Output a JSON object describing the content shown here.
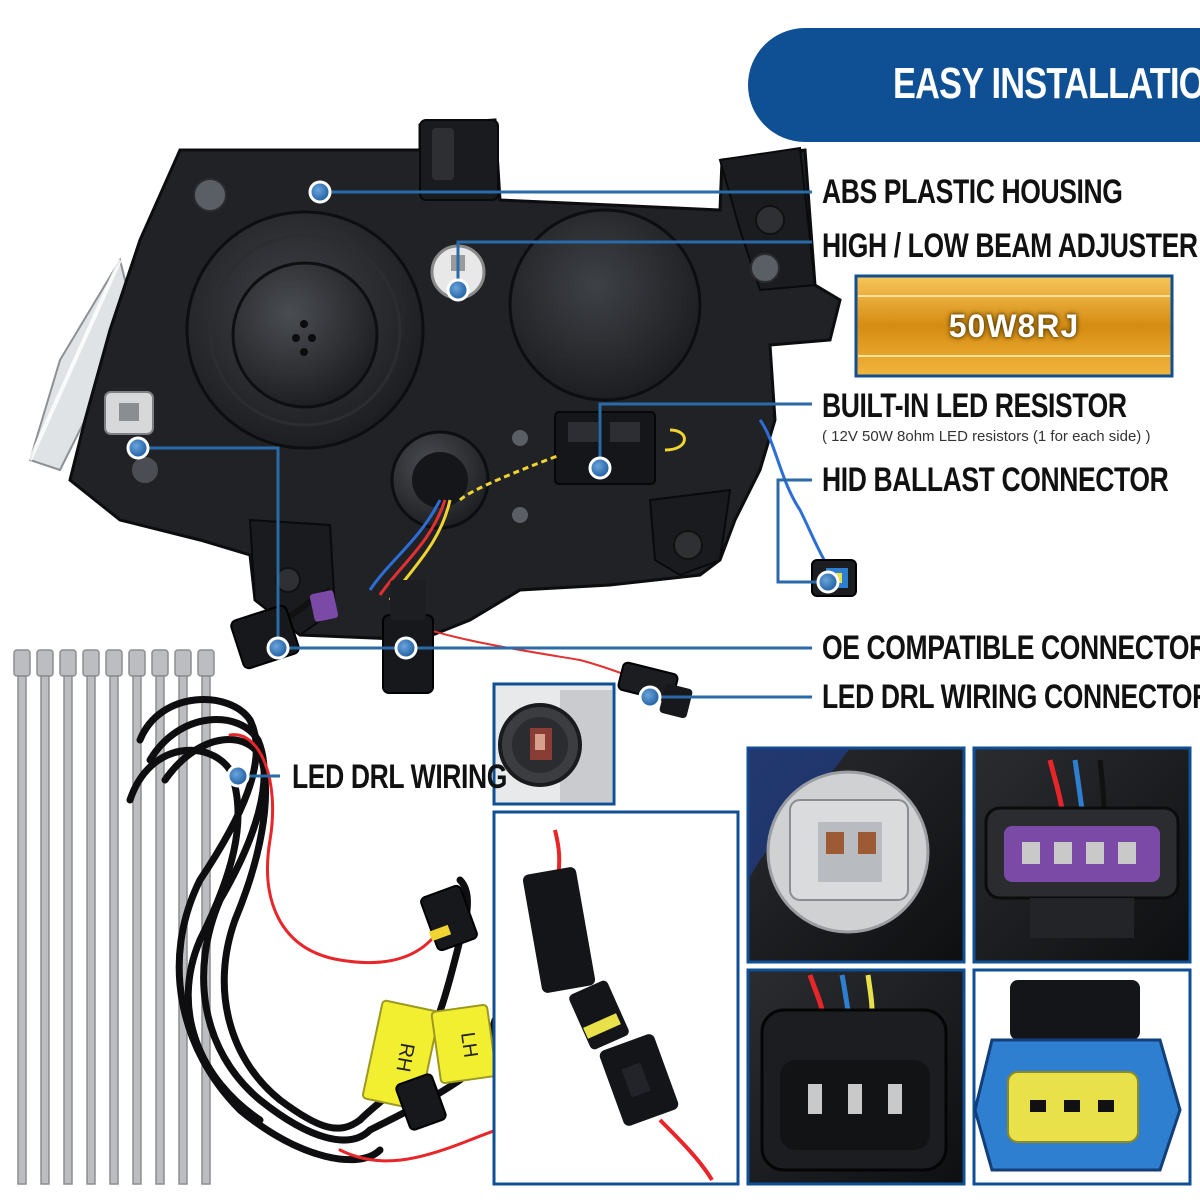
{
  "banner": {
    "title": "EASY INSTALLATION"
  },
  "callouts": {
    "housing": "ABS PLASTIC HOUSING",
    "beam_adjuster": "HIGH / LOW BEAM ADJUSTER",
    "resistor": "BUILT-IN LED RESISTOR",
    "resistor_note": "( 12V 50W 8ohm LED resistors (1 for each side) )",
    "hid_ballast": "HID BALLAST CONNECTOR",
    "oe_connectors": "OE COMPATIBLE CONNECTORS",
    "drl_connector": "LED DRL WIRING CONNECTOR",
    "drl_wiring": "LED DRL WIRING"
  },
  "resistor_part": {
    "code": "50W8RJ"
  },
  "harness_tags": {
    "right": "RH",
    "left": "LH"
  },
  "colors": {
    "banner_blue": "#0f4f94",
    "leader_blue": "#2a6aa8",
    "resistor_gold": "#e2a21e",
    "connector_purple": "#7b4aa6",
    "connector_blue": "#2f7fd0",
    "connector_yellow": "#e8e14a",
    "wire_red": "#e8262a"
  },
  "icons": {
    "callout_marker": "dot-marker-icon"
  }
}
